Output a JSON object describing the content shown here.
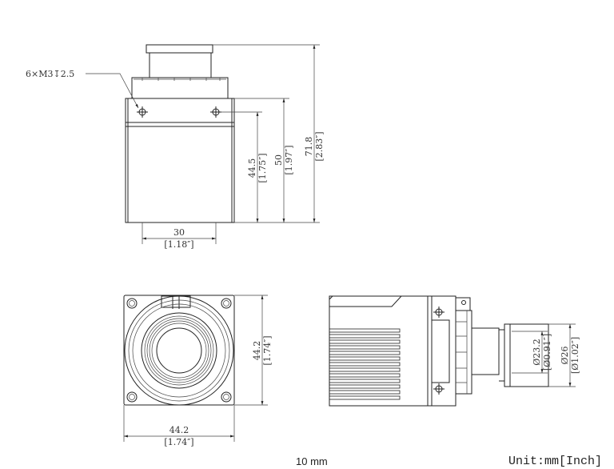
{
  "top_view": {
    "hole_callout": "6×M3↧2.5",
    "dim_overall_height": {
      "mm": "71.8",
      "inch": "[2.83″]"
    },
    "dim_body_height": {
      "mm": "50",
      "inch": "[1.97″]"
    },
    "dim_hole_height": {
      "mm": "44.5",
      "inch": "[1.75″]"
    },
    "dim_hole_spacing": {
      "mm": "30",
      "inch": "[1.18″]"
    }
  },
  "front_view": {
    "dim_height": {
      "mm": "44.2",
      "inch": "[1.74″]"
    },
    "dim_width": {
      "mm": "44.2",
      "inch": "[1.74″]"
    }
  },
  "side_view": {
    "dim_inner_diameter": {
      "mm": "Ø23.2",
      "inch": "[Ø0.91″]"
    },
    "dim_outer_diameter": {
      "mm": "Ø26",
      "inch": "[Ø1.02″]"
    }
  },
  "footer": {
    "scale_label": "10 mm",
    "unit_label": "Unit:mm[Inch]"
  }
}
